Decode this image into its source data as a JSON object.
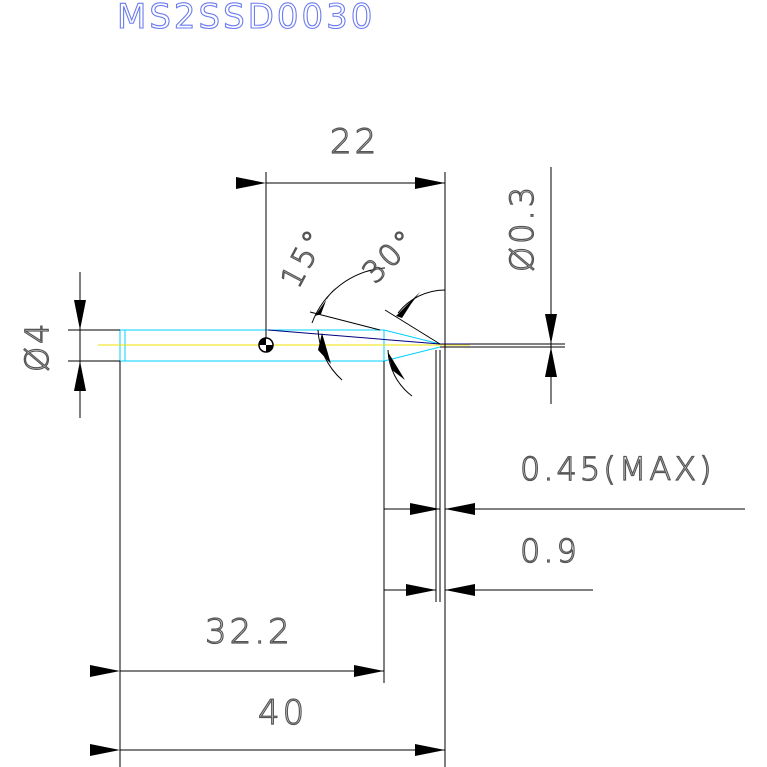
{
  "title": "MS2SSD0030",
  "dimensions": {
    "top_length": "22",
    "angle_15": "15°",
    "angle_30": "30°",
    "tip_diameter": "Ø0.3",
    "shank_diameter": "Ø4",
    "max_offset": "0.45(MAX)",
    "offset": "0.9",
    "body_length": "32.2",
    "overall_length": "40"
  },
  "colors": {
    "title": "#6c7cf0",
    "dimension_lines": "#000000",
    "dimension_text": "#555555",
    "tool_outline": "#00d0ff",
    "centerline": "#f0e000",
    "edge_line": "#000080"
  }
}
